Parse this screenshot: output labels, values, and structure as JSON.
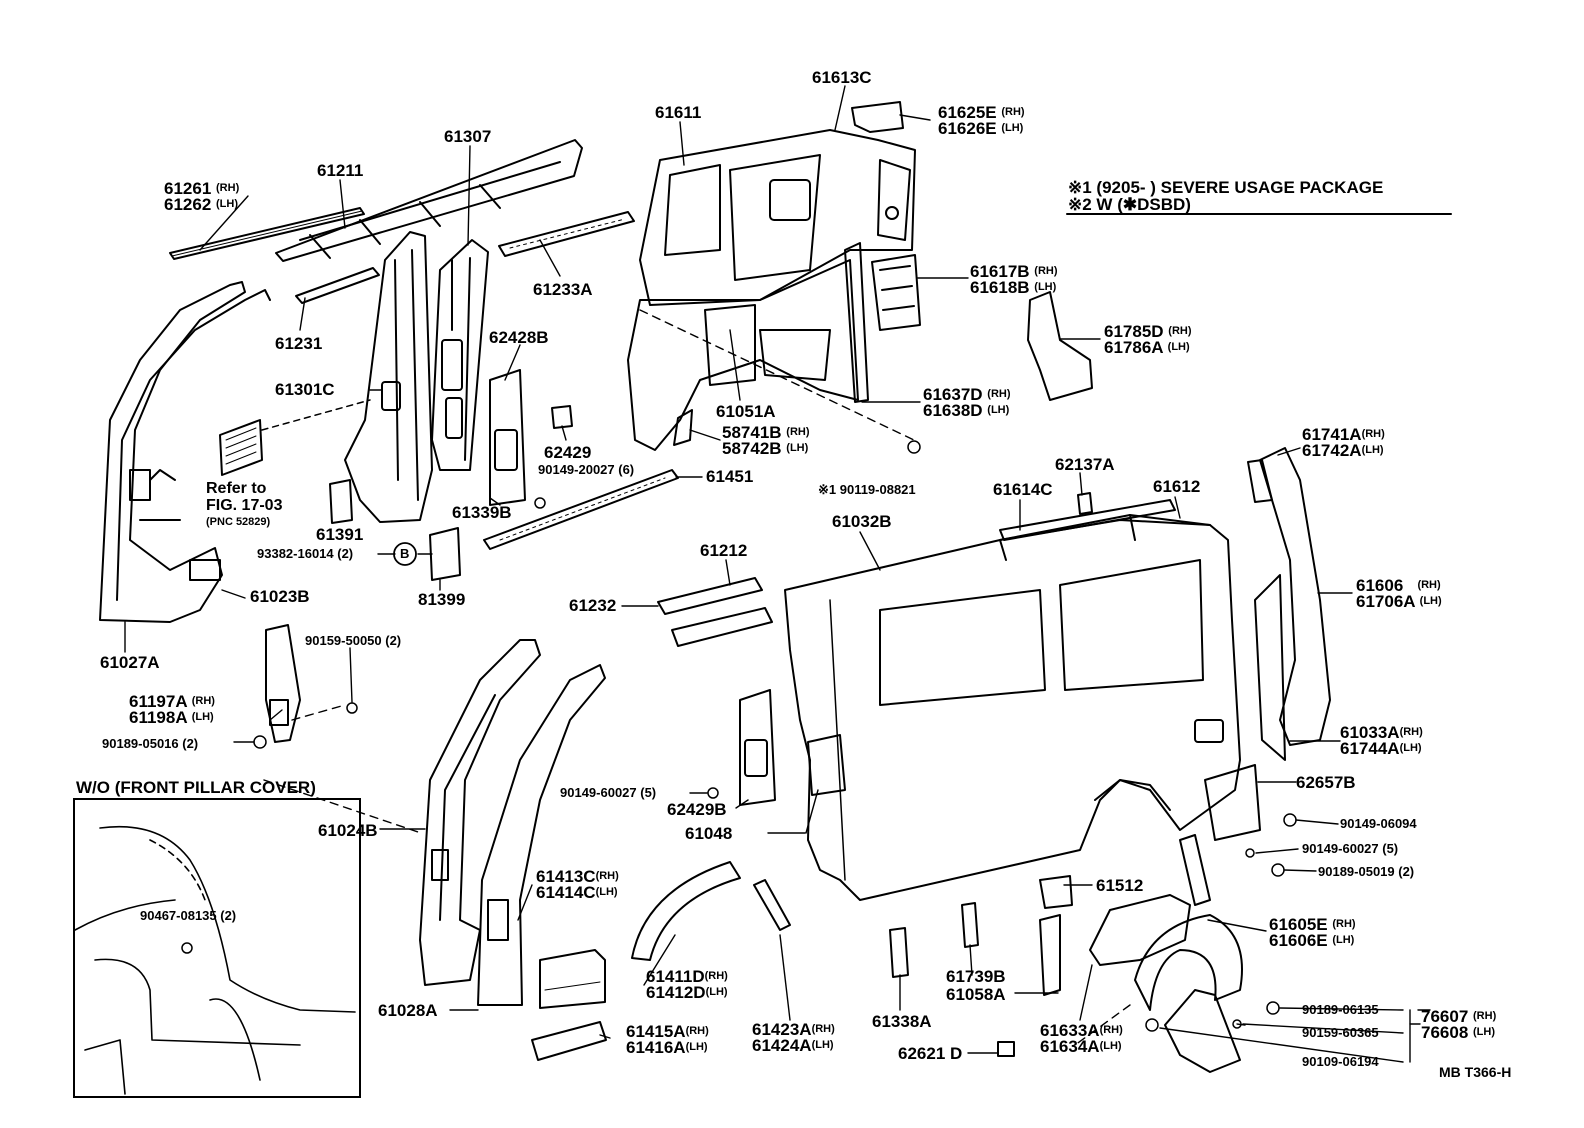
{
  "notes": {
    "note1": "※1 (9205-        ) SEVERE USAGE PACKAGE",
    "note2": "※2 W (✱DSBD)"
  },
  "inset": {
    "title": "W/O (FRONT PILLAR COVER)",
    "part": "90467-08135 (2)"
  },
  "refer": {
    "line1": "Refer to",
    "line2": "FIG. 17-03",
    "line3": "(PNC 52829)"
  },
  "footer": {
    "code": "MB  T366-H"
  },
  "callouts": {
    "p61261": "61261",
    "p61262": "61262",
    "rh": "(RH)",
    "lh": "(LH)",
    "p61211": "61211",
    "p61307": "61307",
    "p61611": "61611",
    "p61613C": "61613C",
    "p61625E": "61625E",
    "p61626E": "61626E",
    "p61233A": "61233A",
    "p61231": "61231",
    "p62428B": "62428B",
    "p61301C": "61301C",
    "p61617B": "61617B",
    "p61618B": "61618B",
    "p61785D": "61785D",
    "p61786A": "61786A",
    "p61637D": "61637D",
    "p61638D": "61638D",
    "p61051A": "61051A",
    "p58741B": "58741B",
    "p58742B": "58742B",
    "p62429": "62429",
    "p90149_20027": "90149-20027 (6)",
    "p61451": "61451",
    "p90119_08821": "※1 90119-08821",
    "p62137A": "62137A",
    "p61614C": "61614C",
    "p61612": "61612",
    "p61741A": "61741A",
    "p61742A": "61742A",
    "p61391": "61391",
    "p61339B": "61339B",
    "p61032B": "61032B",
    "p93382": "93382-16014 (2)",
    "pB": "B",
    "p81399": "81399",
    "p61023B": "61023B",
    "p61027A": "61027A",
    "p61212": "61212",
    "p61232": "61232",
    "p61606": "61606",
    "p61706A": "61706A",
    "p90159_50050": "90159-50050 (2)",
    "p61197A": "61197A",
    "p61198A": "61198A",
    "p90189_05016": "90189-05016 (2)",
    "p61033A": "61033A",
    "p61744A": "61744A",
    "p62657B": "62657B",
    "p90149_60027a": "90149-60027 (5)",
    "p62429B": "62429B",
    "p61048": "61048",
    "p61024B": "61024B",
    "p90149_06094": "90149-06094",
    "p90149_60027b": "90149-60027 (5)",
    "p90189_05019": "90189-05019 (2)",
    "p61413C": "61413C",
    "p61414C": "61414C",
    "p61512": "61512",
    "p61605E": "61605E",
    "p61606E": "61606E",
    "p61411D": "61411D",
    "p61412D": "61412D",
    "p61739B": "61739B",
    "p61058A": "61058A",
    "p61028A": "61028A",
    "p61338A": "61338A",
    "p76607": "76607",
    "p76608": "76608",
    "p90189_06135": "90189-06135",
    "p90159_60365": "90159-60365",
    "p61415A": "61415A",
    "p61416A": "61416A",
    "p61423A": "61423A",
    "p61424A": "61424A",
    "p61633A": "61633A",
    "p61634A": "61634A",
    "p62621D": "62621 D",
    "p90109_06194": "90109-06194"
  }
}
